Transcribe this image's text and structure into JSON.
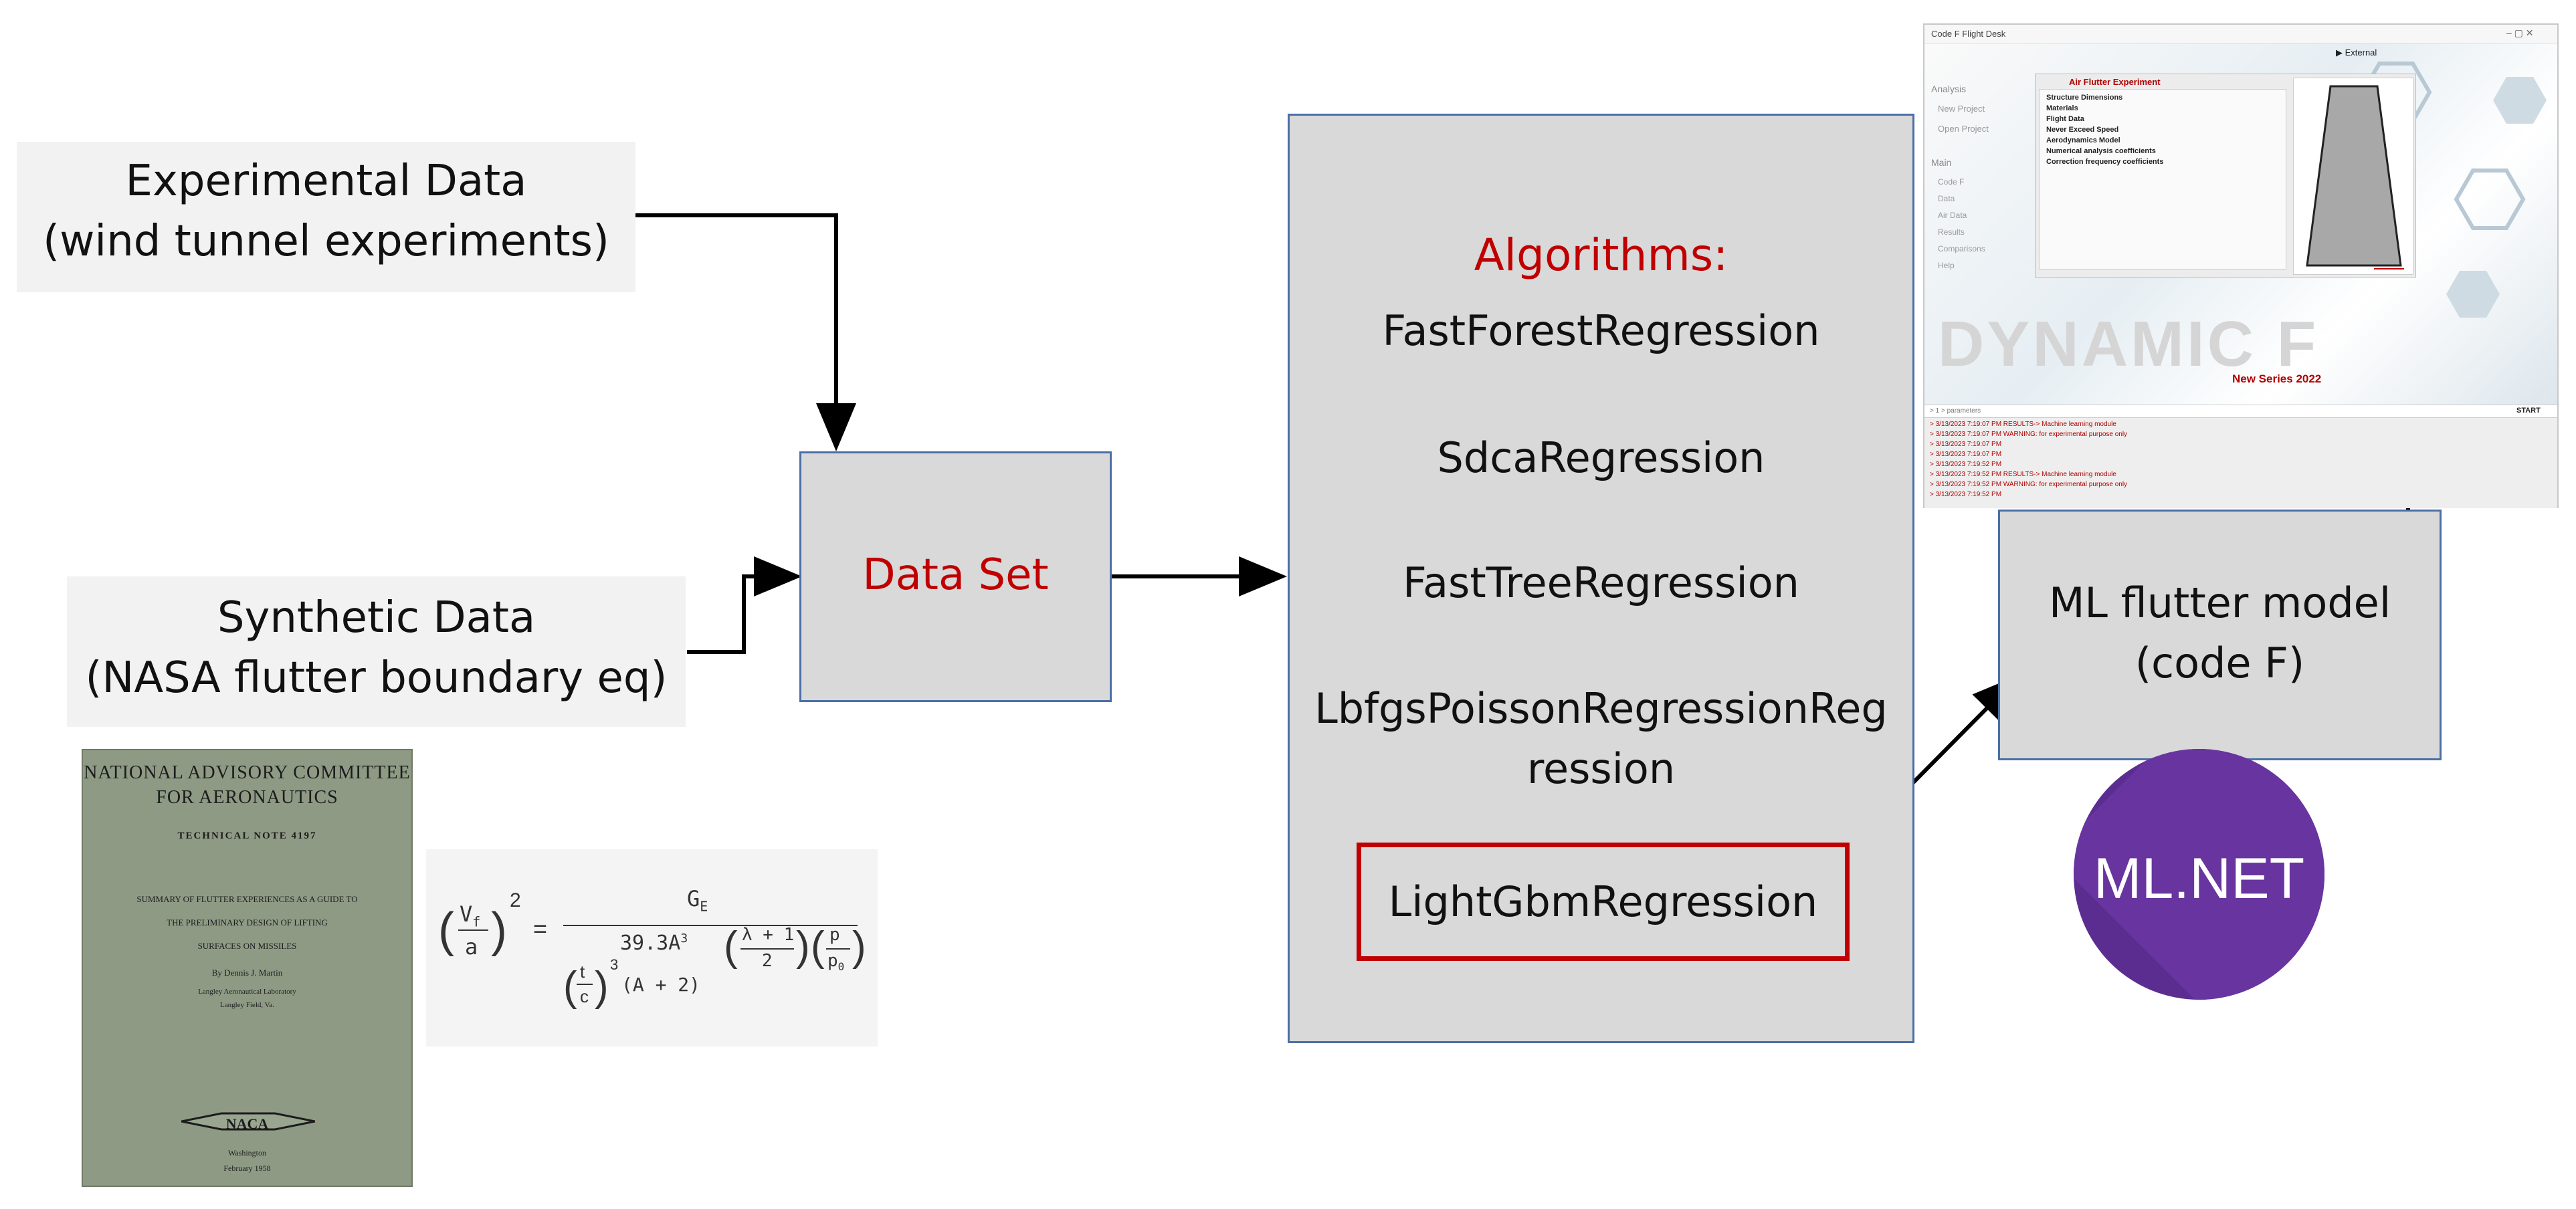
{
  "inputs": {
    "experimental": {
      "line1": "Experimental Data",
      "line2": "(wind tunnel experiments)"
    },
    "synthetic": {
      "line1": "Synthetic Data",
      "line2": "(NASA flutter boundary eq)"
    }
  },
  "dataset": {
    "label": "Data Set"
  },
  "algorithms": {
    "heading": "Algorithms:",
    "items": [
      "FastForestRegression",
      "SdcaRegression",
      "FastTreeRegression",
      "LbfgsPoissonRegressionReg",
      "ression",
      "LightGbmRegression"
    ]
  },
  "model": {
    "line1": "ML flutter model",
    "line2": "(code F)"
  },
  "logo": {
    "text": "ML.NET"
  },
  "naca_doc": {
    "line1": "NATIONAL ADVISORY COMMITTEE",
    "line2": "FOR AERONAUTICS",
    "line3": "TECHNICAL NOTE 4197",
    "line4": "SUMMARY OF FLUTTER EXPERIENCES AS A GUIDE TO",
    "line5": "THE PRELIMINARY DESIGN OF LIFTING",
    "line6": "SURFACES ON MISSILES",
    "line7": "By Dennis J. Martin",
    "line8": "Langley Aeronautical Laboratory",
    "line9": "Langley Field, Va.",
    "emblem": "NACA",
    "line10": "Washington",
    "line11": "February 1958"
  },
  "formula": {
    "lhs_top": "V",
    "lhs_sub": "f",
    "lhs_bottom": "a",
    "power": "2",
    "equals": "=",
    "numerator": "G",
    "numerator_sub": "E",
    "den_coef": "39.3A",
    "den_pow": "3",
    "tc_top": "t",
    "tc_bottom": "c",
    "tc_pow": "3",
    "den_paren": "(A + 2)",
    "lambda_top": "λ + 1",
    "lambda_bottom": "2",
    "p_top": "p",
    "p_bottom": "p",
    "p_sub": "0"
  },
  "app_screenshot": {
    "window_title": "Code F Flight Desk",
    "status_label": "External",
    "sidebar": [
      "Analysis",
      "New Project",
      "Open Project",
      "Main",
      "Code F",
      "Data",
      "Air Data",
      "Results",
      "Comparisons",
      "Help"
    ],
    "tree_title": "Air Flutter Experiment",
    "tree_items": [
      "Structure Dimensions",
      "Materials",
      "Flight Data",
      "Never Exceed Speed",
      "Aerodynamics Model",
      "Numerical analysis coefficients",
      "Correction frequency coefficients"
    ],
    "brand": "DYNAMIC F",
    "brand_sub": "New Series 2022",
    "start_button": "START",
    "input_placeholder": "> 1 > parameters",
    "log_lines": [
      "> 3/13/2023 7:19:07 PM RESULTS->        Machine learning module",
      "> 3/13/2023 7:19:07 PM WARNING: for experimental purpose only",
      "> 3/13/2023 7:19:07 PM",
      "> 3/13/2023 7:19:07 PM",
      "> 3/13/2023 7:19:52 PM",
      "> 3/13/2023 7:19:52 PM RESULTS->        Machine learning module",
      "> 3/13/2023 7:19:52 PM WARNING: for experimental purpose only",
      "> 3/13/2023 7:19:52 PM"
    ]
  },
  "colors": {
    "accent_red": "#c00000",
    "box_border": "#4a6fa5",
    "box_fill": "#d9d9d9",
    "highlight_border": "#c00000",
    "logo_purple": "#5c2d91"
  }
}
